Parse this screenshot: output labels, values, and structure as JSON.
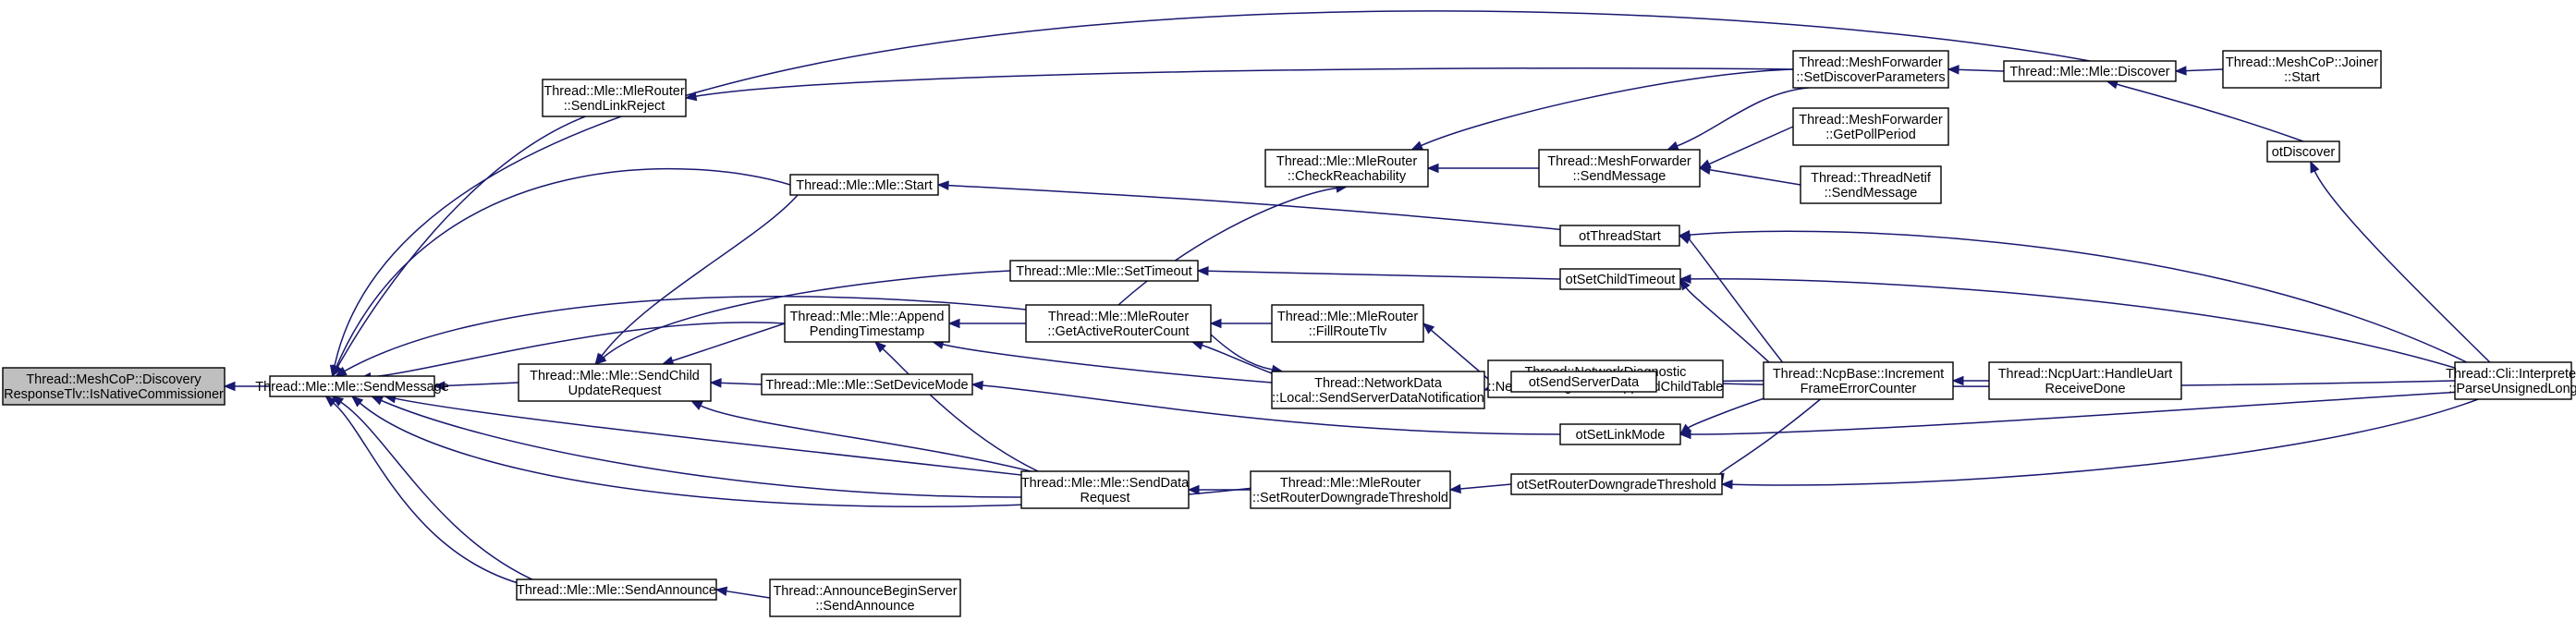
{
  "nodes": {
    "root": [
      "Thread::MeshCoP::Discovery",
      "ResponseTlv::IsNativeCommissioner"
    ],
    "sendMessage": [
      "Thread::Mle::Mle::SendMessage"
    ],
    "sendLinkReject": [
      "Thread::Mle::MleRouter",
      "::SendLinkReject"
    ],
    "mleStart": [
      "Thread::Mle::Mle::Start"
    ],
    "sendChildUpdate": [
      "Thread::Mle::Mle::SendChild",
      "UpdateRequest"
    ],
    "appendPending": [
      "Thread::Mle::Mle::Append",
      "PendingTimestamp"
    ],
    "setTimeout": [
      "Thread::Mle::Mle::SetTimeout"
    ],
    "setDeviceMode": [
      "Thread::Mle::Mle::SetDeviceMode"
    ],
    "sendDataReq": [
      "Thread::Mle::Mle::SendData",
      "Request"
    ],
    "sendAnnounce": [
      "Thread::Mle::Mle::SendAnnounce"
    ],
    "announceBegin": [
      "Thread::AnnounceBeginServer",
      "::SendAnnounce"
    ],
    "checkReach": [
      "Thread::Mle::MleRouter",
      "::CheckReachability"
    ],
    "getActiveRouter": [
      "Thread::Mle::MleRouter",
      "::GetActiveRouterCount"
    ],
    "fillRoute": [
      "Thread::Mle::MleRouter",
      "::FillRouteTlv"
    ],
    "netDataLocal": [
      "Thread::NetworkData",
      "::Local::SendServerDataNotification"
    ],
    "setRouterDowngrade": [
      "Thread::Mle::MleRouter",
      "::SetRouterDowngradeThreshold"
    ],
    "meshSendMsg": [
      "Thread::MeshForwarder",
      "::SendMessage"
    ],
    "netDiag": [
      "Thread::NetworkDiagnostic",
      "::NetworkDiagnostic::AppendChildTable"
    ],
    "otThreadStart": [
      "otThreadStart"
    ],
    "otSetChildTimeout": [
      "otSetChildTimeout"
    ],
    "otSendServerData": [
      "otSendServerData"
    ],
    "otSetLinkMode": [
      "otSetLinkMode"
    ],
    "otSetRouterDowngrade": [
      "otSetRouterDowngradeThreshold"
    ],
    "setDiscoverParams": [
      "Thread::MeshForwarder",
      "::SetDiscoverParameters"
    ],
    "getPollPeriod": [
      "Thread::MeshForwarder",
      "::GetPollPeriod"
    ],
    "threadNetif": [
      "Thread::ThreadNetif",
      "::SendMessage"
    ],
    "ncpIncrement": [
      "Thread::NcpBase::Increment",
      "FrameErrorCounter"
    ],
    "mleDiscover": [
      "Thread::Mle::Mle::Discover"
    ],
    "ncpUart": [
      "Thread::NcpUart::HandleUart",
      "ReceiveDone"
    ],
    "joinerStart": [
      "Thread::MeshCoP::Joiner",
      "::Start"
    ],
    "otDiscover": [
      "otDiscover"
    ],
    "cliParse": [
      "Thread::Cli::Interpreter",
      "::ParseUnsignedLong"
    ]
  }
}
